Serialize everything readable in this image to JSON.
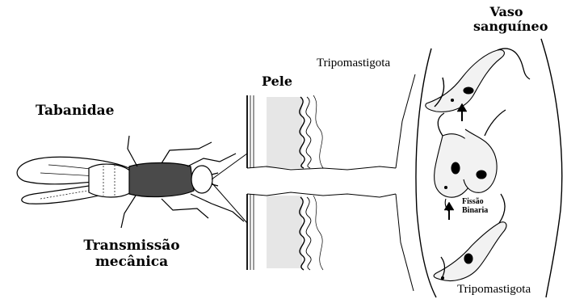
{
  "labels": {
    "vaso_line1": "Vaso",
    "vaso_line2": "sanguíneo",
    "tripo_top": "Tripomastigota",
    "pele": "Pele",
    "tabanidae": "Tabanidae",
    "fissao_line1": "Fissão",
    "fissao_line2": "Binaria",
    "transmissao_line1": "Transmissão",
    "transmissao_line2": "mecânica",
    "tripo_bottom": "Tripomastigota"
  },
  "colors": {
    "ink": "#000000",
    "thorax": "#4a4a4a",
    "background": "#ffffff"
  },
  "icons": {
    "fly": "tabanid-fly-icon",
    "arrows": "up-arrow-icon",
    "parasite": "trypanosome-icon"
  }
}
